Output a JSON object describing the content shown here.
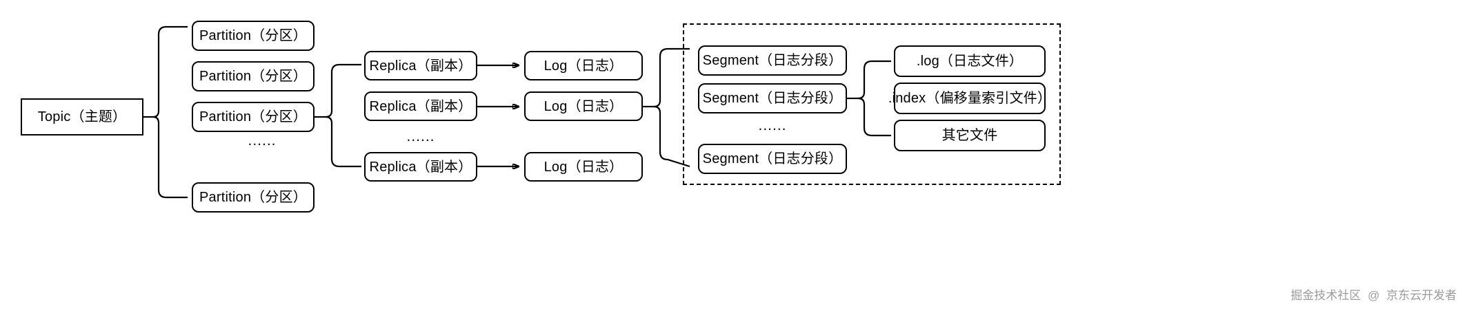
{
  "diagram": {
    "title": "Kafka Topic storage hierarchy",
    "colors": {
      "stroke": "#000000",
      "background": "#ffffff",
      "watermark": "#9b9b9b"
    },
    "ellipsis_symbol": "......"
  },
  "level1": {
    "topic": {
      "label": "Topic（主题）"
    }
  },
  "level2": {
    "partitions": [
      {
        "label": "Partition（分区）"
      },
      {
        "label": "Partition（分区）"
      },
      {
        "label": "Partition（分区）"
      },
      {
        "label": "Partition（分区）"
      }
    ],
    "ellipsis": "......"
  },
  "level3": {
    "replicas": [
      {
        "label": "Replica（副本）"
      },
      {
        "label": "Replica（副本）"
      },
      {
        "label": "Replica（副本）"
      }
    ],
    "ellipsis": "......"
  },
  "level4": {
    "logs": [
      {
        "label": "Log（日志）"
      },
      {
        "label": "Log（日志）"
      },
      {
        "label": "Log（日志）"
      }
    ]
  },
  "level5": {
    "segments": [
      {
        "label": "Segment（日志分段）"
      },
      {
        "label": "Segment（日志分段）"
      },
      {
        "label": "Segment（日志分段）"
      }
    ],
    "ellipsis": "......"
  },
  "level6": {
    "files": [
      {
        "label": ".log（日志文件）"
      },
      {
        "label": ".index（偏移量索引文件）"
      },
      {
        "label": "其它文件"
      }
    ]
  },
  "watermark": {
    "community": "掘金技术社区",
    "separator": "@",
    "author": "京东云开发者"
  }
}
